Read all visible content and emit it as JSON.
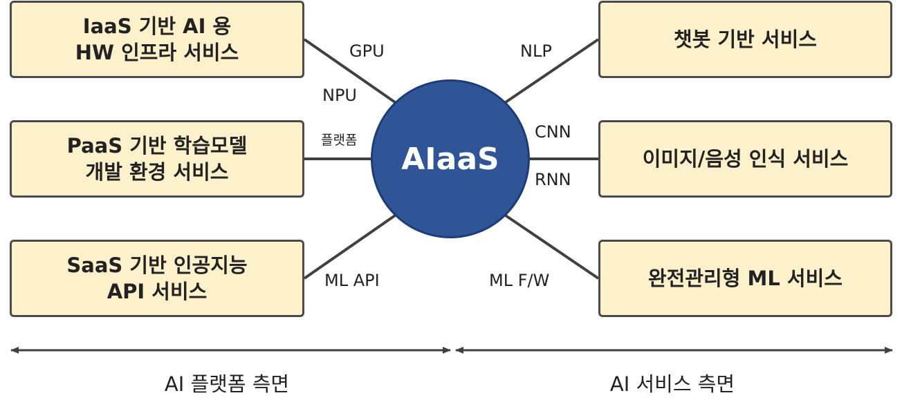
{
  "center": {
    "label": "AIaaS"
  },
  "left_boxes": [
    {
      "lines": [
        "IaaS 기반 AI 용",
        "HW 인프라 서비스"
      ]
    },
    {
      "lines": [
        "PaaS 기반 학습모델",
        "개발 환경 서비스"
      ]
    },
    {
      "lines": [
        "SaaS 기반 인공지능",
        "API 서비스"
      ]
    }
  ],
  "right_boxes": [
    {
      "lines": [
        "챗봇 기반 서비스"
      ]
    },
    {
      "lines": [
        "이미지/음성 인식 서비스"
      ]
    },
    {
      "lines": [
        "완전관리형 ML 서비스"
      ]
    }
  ],
  "connector_labels": {
    "gpu": "GPU",
    "npu": "NPU",
    "platform": "플랫폼",
    "ml_api": "ML API",
    "nlp": "NLP",
    "cnn": "CNN",
    "rnn": "RNN",
    "ml_fw": "ML F/W"
  },
  "bottom": {
    "left_label": "AI 플랫폼 측면",
    "right_label": "AI 서비스 측면"
  },
  "colors": {
    "box_fill": "#fdf1cc",
    "box_border": "#4a4a4a",
    "hub_fill": "#2f5597",
    "line": "#404040"
  }
}
